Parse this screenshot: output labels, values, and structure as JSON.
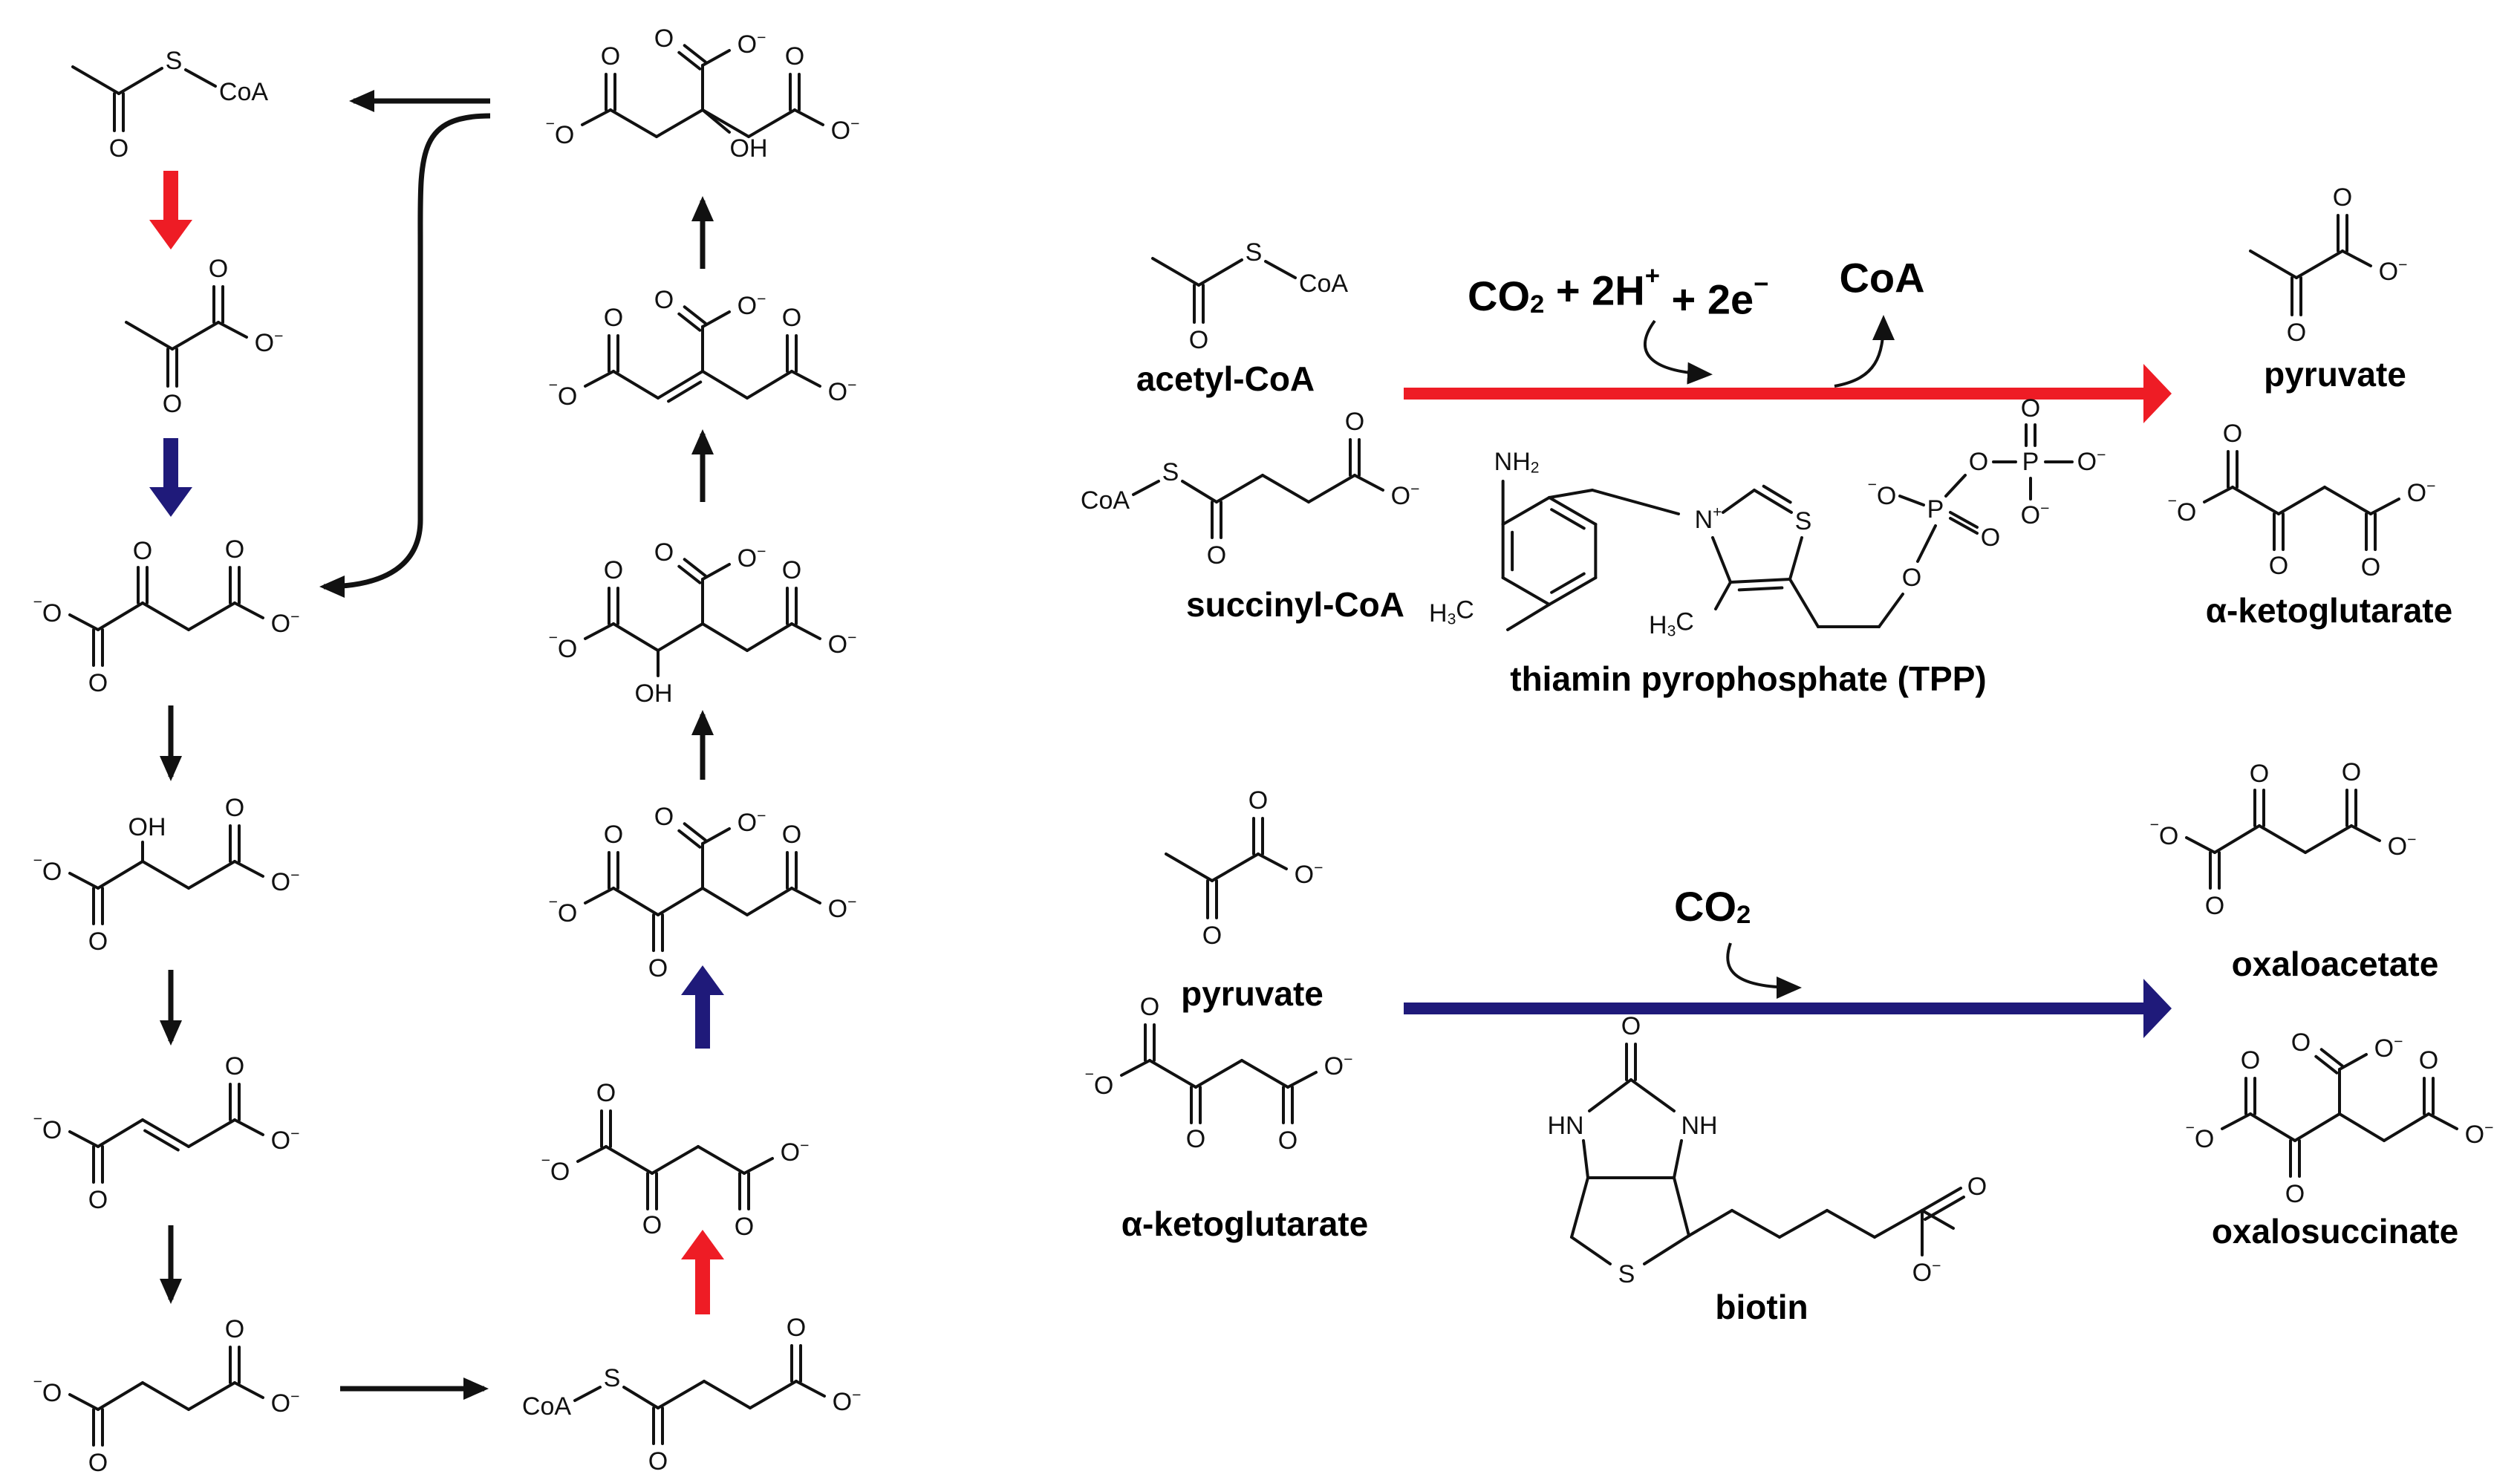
{
  "colors": {
    "red_arrow": "#ee1c25",
    "blue_arrow": "#1f1a7a",
    "ink": "#111111",
    "background": "#ffffff"
  },
  "atoms": {
    "carbonyl_o": "O",
    "anion_o": "O",
    "hydroxyl": "OH",
    "thioester_s": "S",
    "coenzyme_a": "CoA",
    "amine": "NH",
    "amine_sub": "2",
    "methyl_h": "H",
    "methyl_sub": "3",
    "methyl_c": "C",
    "ring_n": "N",
    "ring_s": "S",
    "phosphorus": "P",
    "biotin_nh": "NH",
    "biotin_hn": "HN",
    "minus": "−",
    "plus": "+"
  },
  "reactions": {
    "top": {
      "substrates": [
        "acetyl-CoA",
        "succinyl-CoA"
      ],
      "products": [
        "pyruvate",
        "α-ketoglutarate"
      ],
      "inputs_text": "CO",
      "inputs_sub": "2",
      "inputs_rest": " + 2H",
      "inputs_sup_plus": "+",
      "inputs_rest2": " + 2e",
      "inputs_sup_minus": "−",
      "output_text": "CoA",
      "cofactor": "thiamin pyrophosphate (TPP)",
      "arrow_color": "#ee1c25"
    },
    "bottom": {
      "substrates": [
        "pyruvate",
        "α-ketoglutarate"
      ],
      "products": [
        "oxaloacetate",
        "oxalosuccinate"
      ],
      "input_text": "CO",
      "input_sub": "2",
      "cofactor": "biotin",
      "arrow_color": "#1f1a7a"
    }
  },
  "cycle": {
    "left_column": [
      "acetyl-CoA",
      "pyruvate",
      "oxaloacetate",
      "malate",
      "fumarate",
      "succinate"
    ],
    "right_column": [
      "succinyl-CoA",
      "α-ketoglutarate",
      "oxalosuccinate",
      "isocitrate",
      "cis-aconitate",
      "citrate"
    ],
    "red_steps": 2,
    "blue_steps": 2
  }
}
